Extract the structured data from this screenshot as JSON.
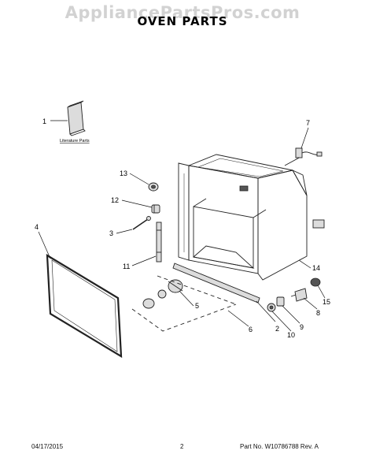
{
  "watermark": "AppliancePartsPros.com",
  "title": "OVEN PARTS",
  "literature_label": "Literature Parts",
  "callouts": [
    "1",
    "2",
    "3",
    "4",
    "5",
    "6",
    "7",
    "8",
    "9",
    "10",
    "11",
    "12",
    "13",
    "14",
    "15"
  ],
  "footer": {
    "date": "04/17/2015",
    "page": "2",
    "part_no": "Part No.  W10786788  Rev.  A"
  }
}
